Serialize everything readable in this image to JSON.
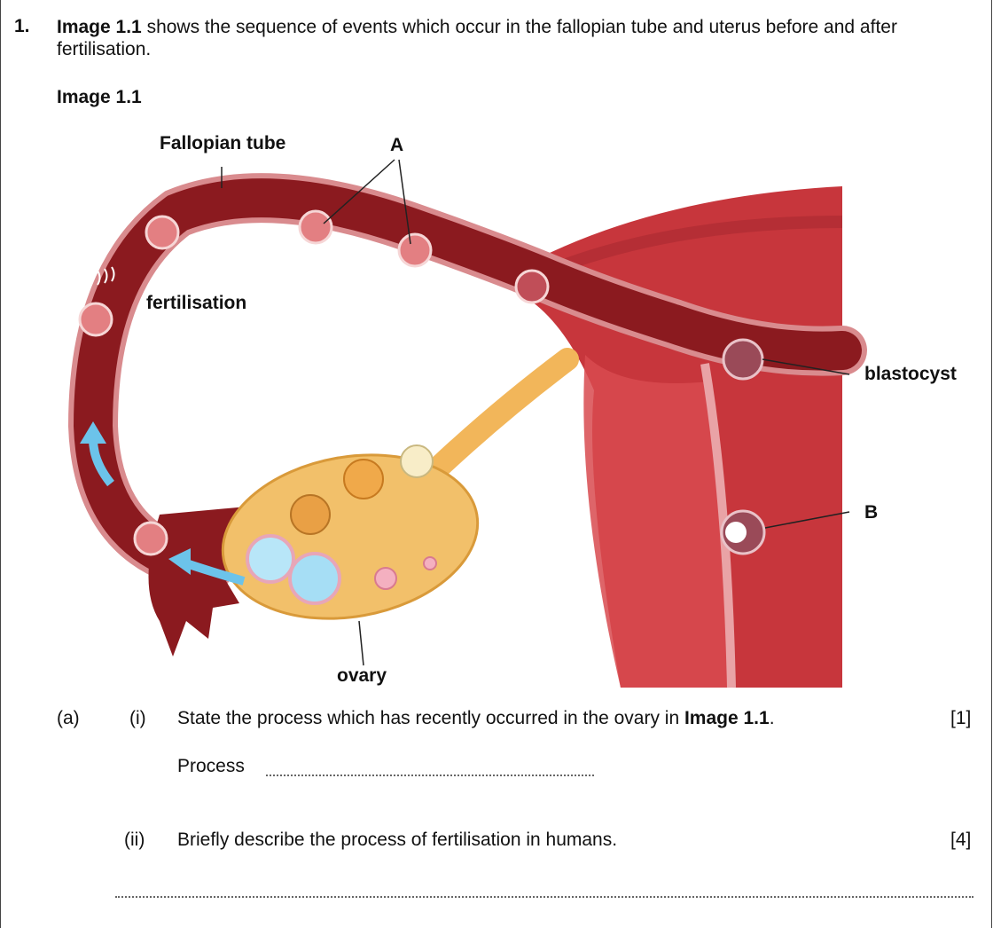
{
  "question": {
    "number": "1.",
    "intro_bold": "Image 1.1",
    "intro_rest": " shows the sequence of events which occur in the fallopian tube and uterus before and after fertilisation.",
    "image_title": "Image 1.1"
  },
  "figure": {
    "labels": {
      "fallopian_tube": "Fallopian tube",
      "a": "A",
      "fertilisation": "fertilisation",
      "blastocyst": "blastocyst",
      "b": "B",
      "ovary": "ovary"
    }
  },
  "parts": {
    "a_label": "(a)",
    "i_label": "(i)",
    "i_text": "State the process which has recently occurred in the ovary in ",
    "i_text_bold": "Image 1.1",
    "i_text_end": ".",
    "i_marks": "[1]",
    "process_label": "Process",
    "ii_label": "(ii)",
    "ii_text": "Briefly describe the process of fertilisation in humans.",
    "ii_marks": "[4]"
  },
  "colors": {
    "tube": "#8b1a1f",
    "tube_edge": "#d98b8e",
    "uterus": "#c7363c",
    "ovary": "#f2c06a",
    "arrow": "#6cc3ea"
  }
}
